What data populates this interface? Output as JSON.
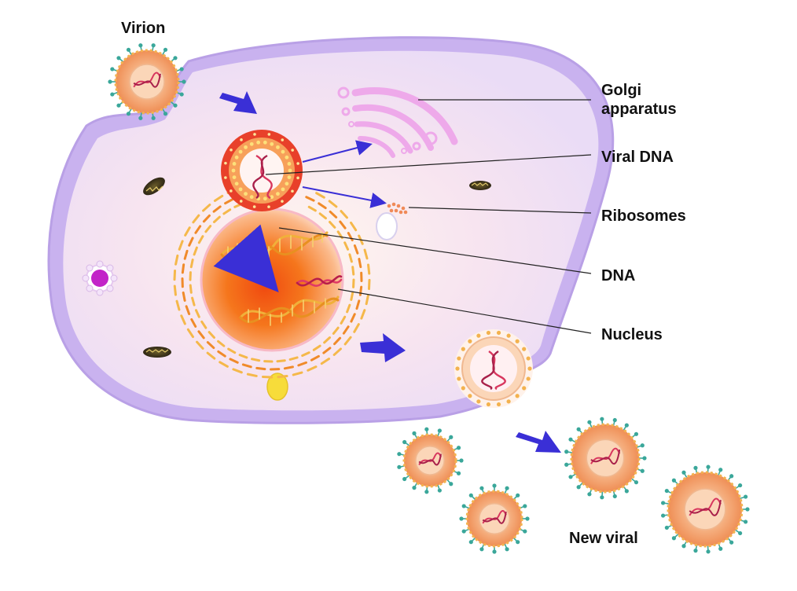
{
  "labels": {
    "virion": "Virion",
    "golgi_line1": "Golgi",
    "golgi_line2": "apparatus",
    "viral_dna": "Viral DNA",
    "ribosomes": "Ribosomes",
    "dna": "DNA",
    "nucleus": "Nucleus",
    "new_viral": "New viral"
  },
  "colors": {
    "cell_membrane": "#c9b2ef",
    "cytoplasm": "#fbeef0",
    "nucleus_core": "#f36a16",
    "viral_capsid": "#f1a270",
    "viral_spike": "#3aa79a",
    "arrow": "#3a2fd6",
    "golgi": "#eea9ea",
    "dna_strand": "#e8a83a",
    "viral_dna_strand": "#d8365e",
    "label_text": "#111111"
  }
}
